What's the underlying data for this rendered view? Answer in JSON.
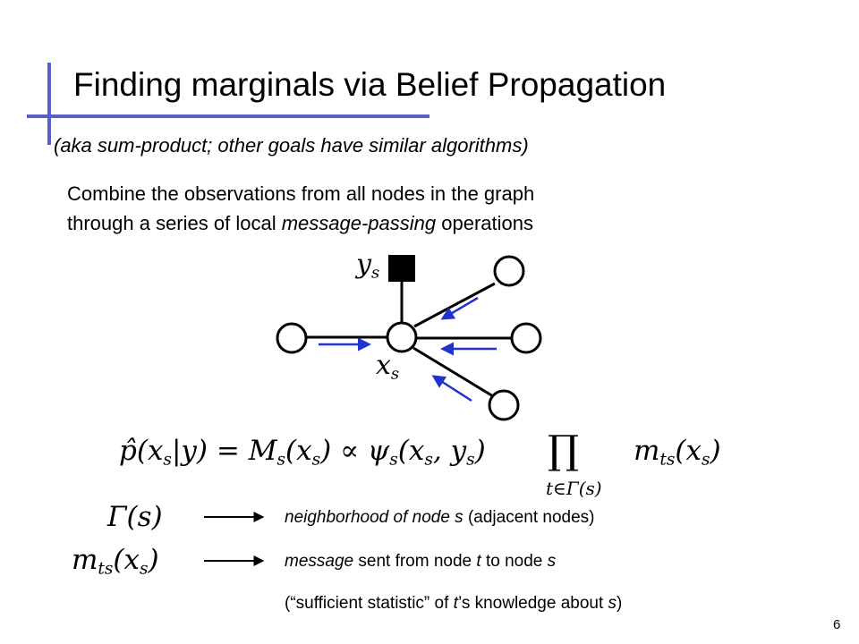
{
  "slide": {
    "title": "Finding marginals via Belief Propagation",
    "subtitle": "(aka sum-product; other goals have similar algorithms)",
    "body_line1": "Combine the observations from all nodes in the graph",
    "body_line2_before": "through a series of local ",
    "body_line2_italic": "message-passing",
    "body_line2_after": " operations",
    "page_number": "6"
  },
  "diagram": {
    "observed_label_var": "y",
    "observed_label_sub": "s",
    "center_label_var": "x",
    "center_label_sub": "s",
    "arrow_color": "#2233cc"
  },
  "formula": {
    "lhs": "p̂(x",
    "lhs_sub": "s",
    "lhs_rest": "|y) = M",
    "m_sub": "s",
    "m_rest": "(x",
    "m_sub2": "s",
    "propto": ") ∝ ψ",
    "psi_sub": "s",
    "psi_args": "(x",
    "psi_sub2": "s",
    "psi_mid": ", y",
    "psi_sub3": "s",
    "psi_end": ")",
    "prod_symbol": "∏",
    "prod_index": "t∈Γ(s)",
    "msg": "m",
    "msg_sub": "ts",
    "msg_args": "(x",
    "msg_sub2": "s",
    "msg_end": ")"
  },
  "definitions": {
    "gamma_symbol": "Γ(s)",
    "gamma_desc_italic": "neighborhood",
    "gamma_desc_rest": " of node ",
    "gamma_desc_s": "s",
    "gamma_desc_end": " (adjacent nodes)",
    "msg_symbol": "m",
    "msg_symbol_sub": "ts",
    "msg_symbol_args": "(x",
    "msg_symbol_sub2": "s",
    "msg_symbol_end": ")",
    "msg_desc_italic": "message",
    "msg_desc_rest": " sent from node ",
    "msg_desc_t": "t",
    "msg_desc_mid": " to node ",
    "msg_desc_s": "s",
    "stat_open": "(“sufficient statistic” of ",
    "stat_t": "t",
    "stat_mid": "’s knowledge about ",
    "stat_s": "s",
    "stat_close": ")"
  }
}
